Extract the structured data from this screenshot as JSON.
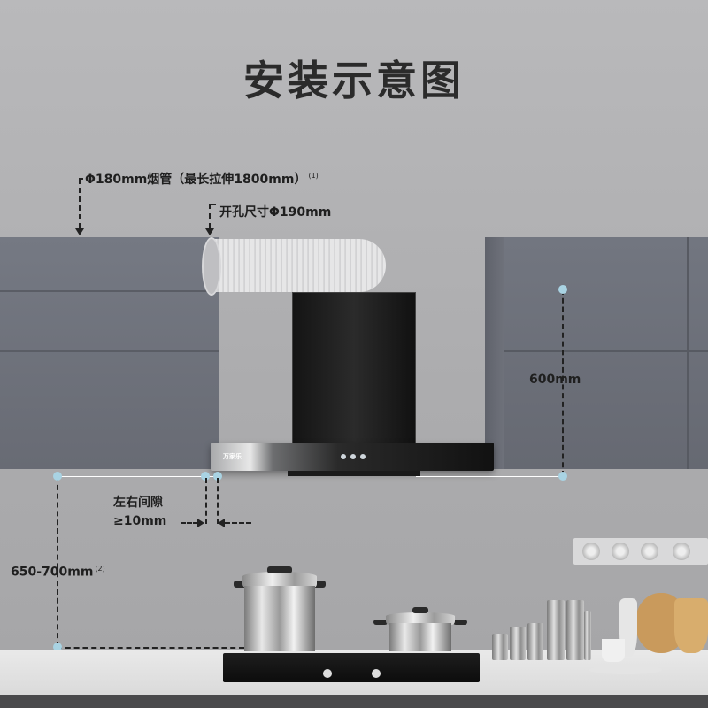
{
  "title": "安装示意图",
  "labels": {
    "duct": "Φ180mm烟管（最长拉伸1800mm）",
    "duct_note": "(1)",
    "hole": "开孔尺寸Φ190mm",
    "height_600": "600mm",
    "gap_line1": "左右间隙",
    "gap_line2": "≥10mm",
    "height_range": "650-700mm",
    "height_range_note": "(2)"
  },
  "hood": {
    "brand_mark": "万家乐"
  },
  "colors": {
    "cabinet": "#6d7079",
    "dimension_dot": "#a9d3e3",
    "dash_line": "#222222",
    "title_text": "#2b2b2b"
  }
}
